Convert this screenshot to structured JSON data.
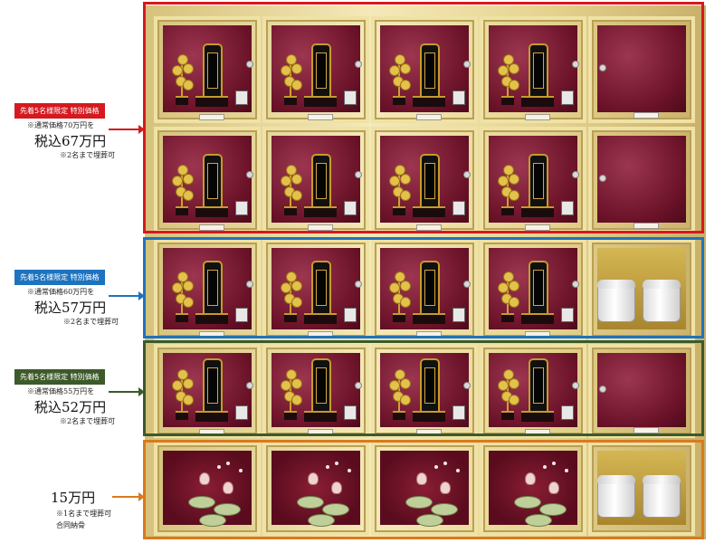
{
  "colors": {
    "red": "#d5191f",
    "blue": "#1e73be",
    "green": "#3c5a2a",
    "orange": "#d97a1c",
    "maroon": "#6a1228",
    "gold": "#e6d592"
  },
  "tiers": [
    {
      "id": "red",
      "tag": "先着5名様限定 特別価格",
      "note": "※通常価格70万円を",
      "price": "税込67万円",
      "sub": "※2名まで埋葬可"
    },
    {
      "id": "blue",
      "tag": "先着5名様限定 特別価格",
      "note": "※通常価格60万円を",
      "price": "税込57万円",
      "sub": "※2名まで埋葬可"
    },
    {
      "id": "green",
      "tag": "先着5名様限定 特別価格",
      "note": "※通常価格55万円を",
      "price": "税込52万円",
      "sub": "※2名まで埋葬可"
    },
    {
      "id": "orange",
      "price": "15万円",
      "sub": "※1名まで埋葬可",
      "sub2": "合同納骨"
    }
  ]
}
